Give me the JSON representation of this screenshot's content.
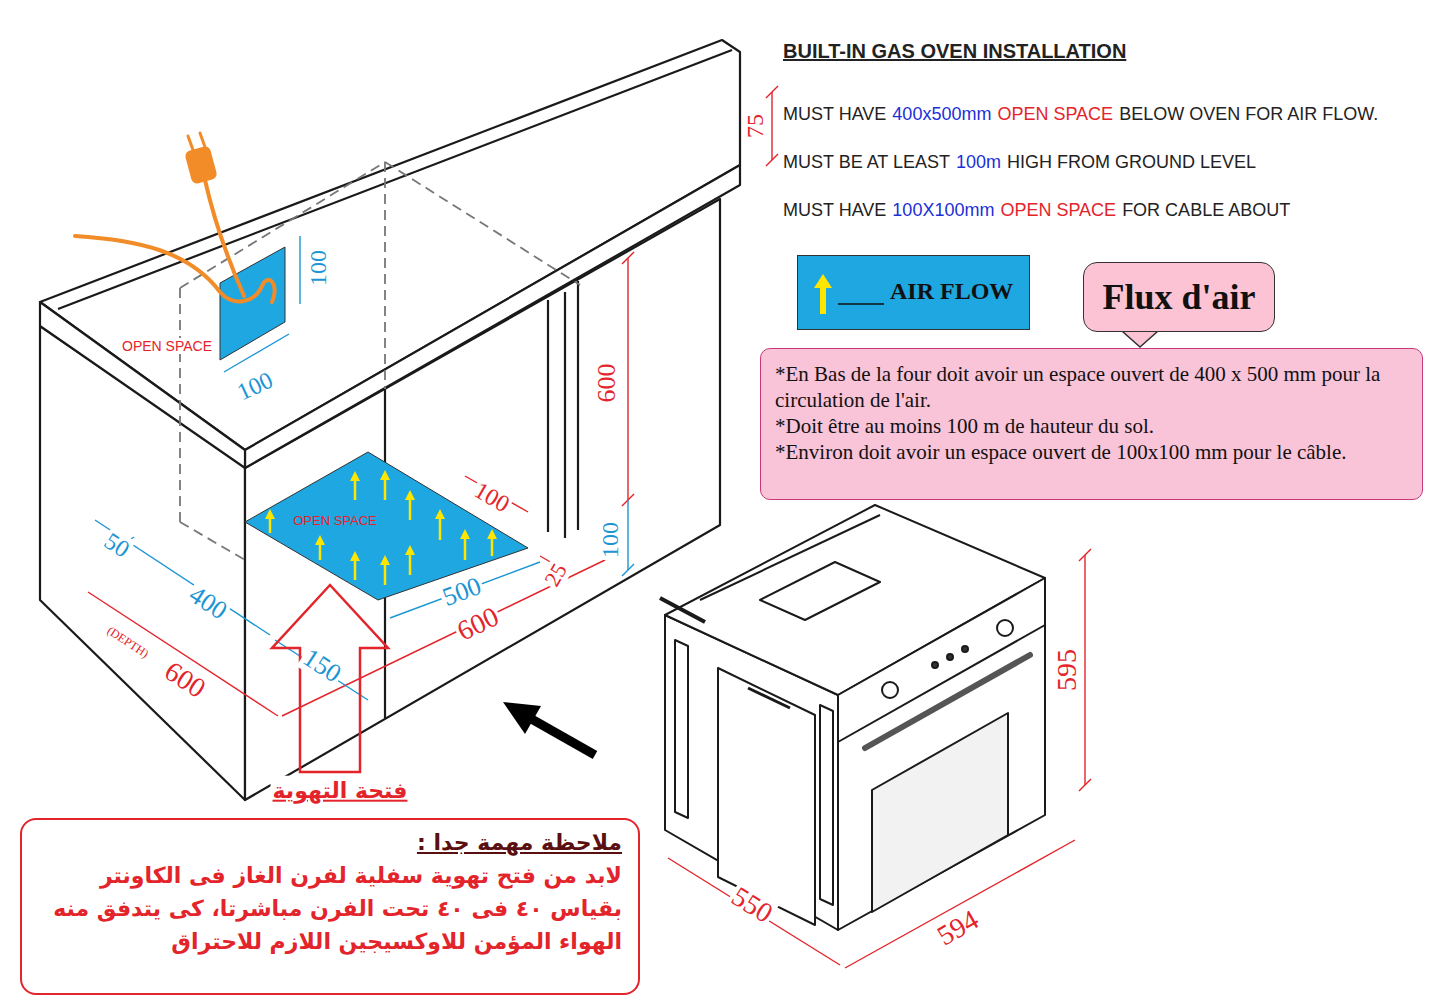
{
  "diagram": {
    "title": "BUILT-IN GAS OVEN INSTALLATION",
    "nodes": [
      {
        "text": [
          "Flux d'air"
        ]
      },
      {
        "text": [
          "*En Bas de la four doit avoir un espace ouvert de 400 x 500 mm pour la circulation de l'air.",
          "*Doit être au moins 100 m de hauteur du sol.",
          "*Environ doit avoir un espace ouvert de 100x100 mm pour le câble."
        ]
      },
      {
        "text": [
          "ملاحظة مهمة جدا :",
          "لابد من فتح تهوية سفلية لفرن الغاز فى الكاونتر بقياس ٤٠ فى ٤٠ تحت الفرن مباشرتا، كى يتدفق منه الهواء المؤمن للاوكسيجين اللازم للاحتراق"
        ]
      }
    ],
    "labels": [
      "MUST HAVE",
      "400x500mm",
      "OPEN SPACE",
      "BELOW OVEN FOR AIR FLOW.",
      "MUST BE AT LEAST",
      "100m",
      "HIGH FROM GROUND LEVEL",
      "MUST HAVE",
      "100X100mm",
      "OPEN SPACE",
      "FOR CABLE ABOUT",
      "75",
      "100",
      "100",
      "OPEN SPACE",
      "600",
      "100",
      "100",
      "25",
      "OPEN SPACE",
      "500",
      "50",
      "400",
      "(DEPTH)",
      "600",
      "150",
      "600",
      "فتحة التهوية",
      "595",
      "550",
      "594"
    ],
    "legend": [
      {
        "text": "AIR FLOW"
      }
    ]
  }
}
